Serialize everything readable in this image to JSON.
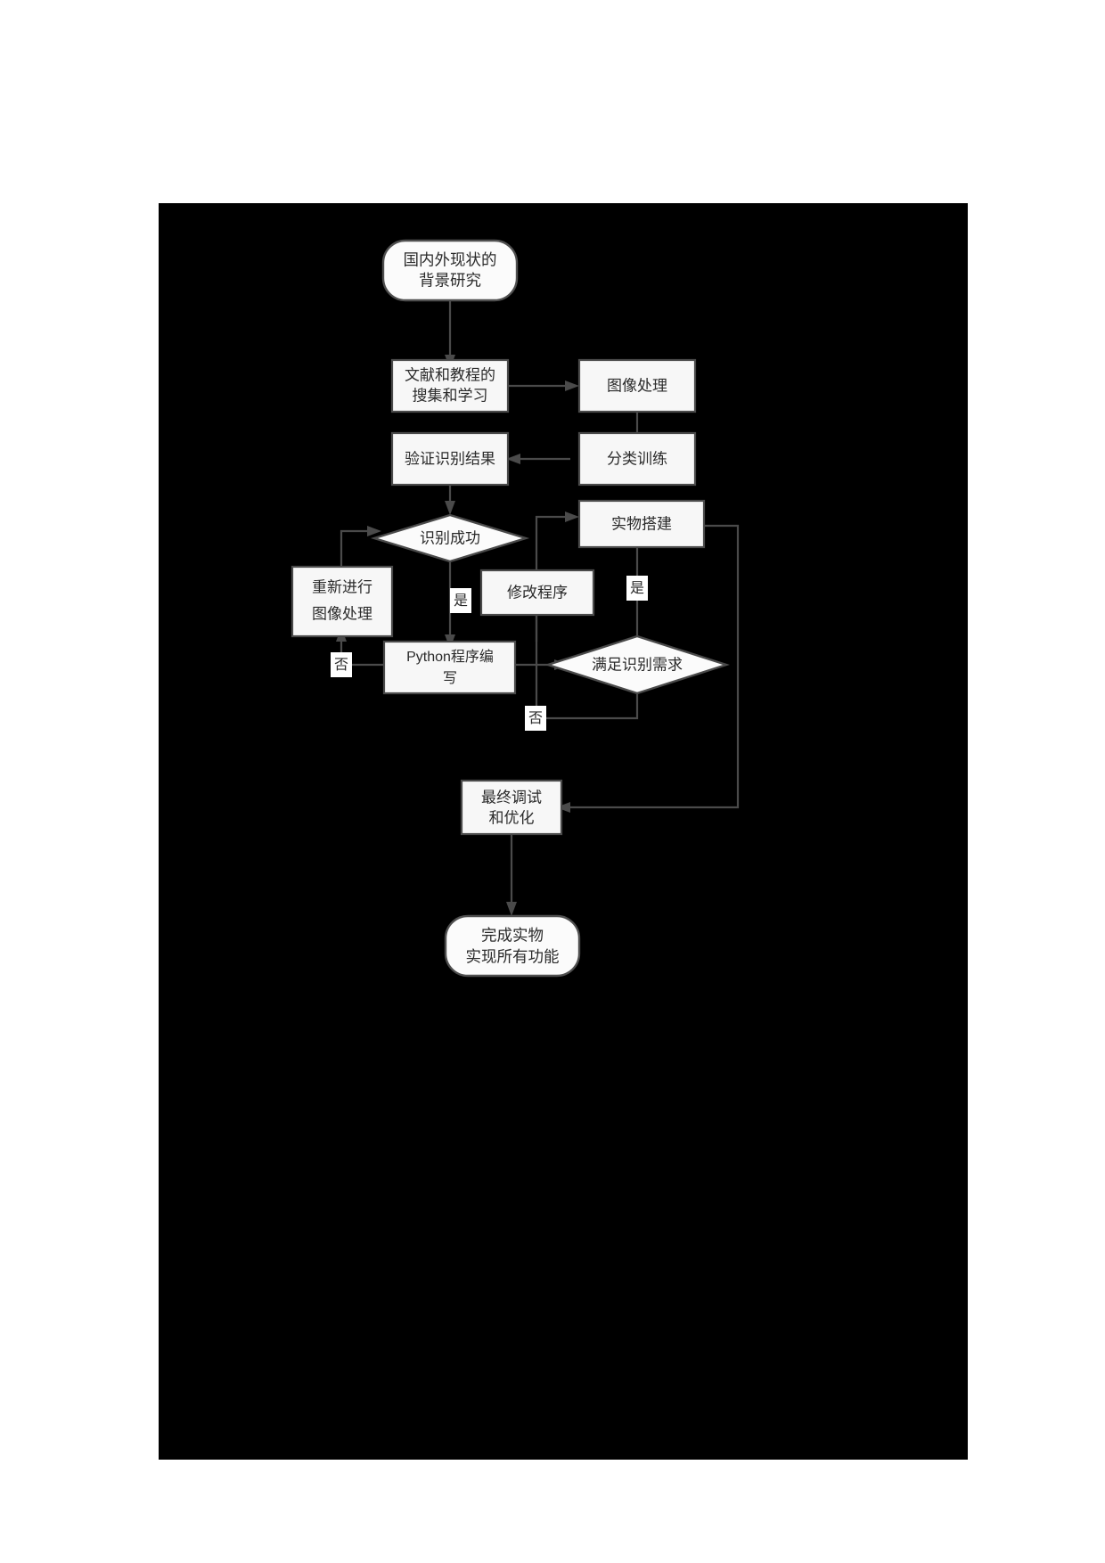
{
  "page": {
    "background_color": "#ffffff",
    "canvas_color": "#000000",
    "node_fill": "#f7f7f7",
    "node_stroke": "#4a4a4a",
    "text_color": "#2b2b2b"
  },
  "chart_data": {
    "type": "diagram",
    "diagram_type": "flowchart",
    "title": "",
    "orientation": "top-to-bottom",
    "nodes": [
      {
        "id": "n1",
        "label": "国内外现状的\n背景研究",
        "line1": "国内外现状的",
        "line2": "背景研究",
        "shape": "terminal"
      },
      {
        "id": "n2",
        "label": "文献和教程的\n搜集和学习",
        "line1": "文献和教程的",
        "line2": "搜集和学习",
        "shape": "process"
      },
      {
        "id": "n3",
        "label": "图像处理",
        "line1": "图像处理",
        "line2": "",
        "shape": "process"
      },
      {
        "id": "n4",
        "label": "分类训练",
        "line1": "分类训练",
        "line2": "",
        "shape": "process"
      },
      {
        "id": "n5",
        "label": "验证识别结果",
        "line1": "验证识别结果",
        "line2": "",
        "shape": "process"
      },
      {
        "id": "n6",
        "label": "识别成功",
        "line1": "识别成功",
        "line2": "",
        "shape": "decision"
      },
      {
        "id": "n7",
        "label": "实物搭建",
        "line1": "实物搭建",
        "line2": "",
        "shape": "process"
      },
      {
        "id": "n8",
        "label": "重新进行\n图像处理",
        "line1": "重新进行",
        "line2": "图像处理",
        "shape": "process"
      },
      {
        "id": "n9",
        "label": "修改程序",
        "line1": "修改程序",
        "line2": "",
        "shape": "process"
      },
      {
        "id": "n10",
        "label": "Python程序编\n写",
        "line1": "Python程序编",
        "line2": "写",
        "shape": "process"
      },
      {
        "id": "n11",
        "label": "满足识别需求",
        "line1": "满足识别需求",
        "line2": "",
        "shape": "decision"
      },
      {
        "id": "n12",
        "label": "最终调试\n和优化",
        "line1": "最终调试",
        "line2": "和优化",
        "shape": "process"
      },
      {
        "id": "n13",
        "label": "完成实物\n实现所有功能",
        "line1": "完成实物",
        "line2": "实现所有功能",
        "shape": "terminal"
      }
    ],
    "edges": [
      {
        "from": "n1",
        "to": "n2",
        "label": ""
      },
      {
        "from": "n2",
        "to": "n3",
        "label": ""
      },
      {
        "from": "n3",
        "to": "n4",
        "label": ""
      },
      {
        "from": "n4",
        "to": "n5",
        "label": ""
      },
      {
        "from": "n5",
        "to": "n6",
        "label": ""
      },
      {
        "from": "n6",
        "to": "n10",
        "label": "是"
      },
      {
        "from": "n8",
        "to": "n6",
        "label": ""
      },
      {
        "from": "n10",
        "to": "n8",
        "label": "否"
      },
      {
        "from": "n10",
        "to": "n11",
        "label": ""
      },
      {
        "from": "n11",
        "to": "n7",
        "label": "是"
      },
      {
        "from": "n11",
        "to": "n9",
        "label": "否"
      },
      {
        "from": "n9",
        "to": "n10",
        "label": ""
      },
      {
        "from": "n9",
        "to": "n7",
        "label": ""
      },
      {
        "from": "n7",
        "to": "n12",
        "label": ""
      },
      {
        "from": "n12",
        "to": "n13",
        "label": ""
      }
    ],
    "edge_labels": [
      {
        "id": "yes1",
        "text": "是"
      },
      {
        "id": "no1",
        "text": "否"
      },
      {
        "id": "yes2",
        "text": "是"
      },
      {
        "id": "no2",
        "text": "否"
      }
    ]
  }
}
